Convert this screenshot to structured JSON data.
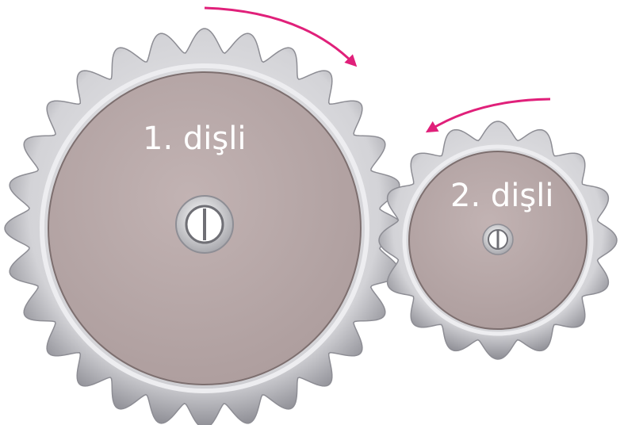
{
  "gears": [
    {
      "label": "1. dişli",
      "teeth": 28,
      "rotation": "clockwise"
    },
    {
      "label": "2. dişli",
      "teeth": 16,
      "rotation": "counterclockwise"
    }
  ],
  "colors": {
    "gear_face": "#b9a9a9",
    "gear_rim": "#d9d9dc",
    "gear_rim_dark": "#9a9aa0",
    "arrow": "#e0207a",
    "label": "#ffffff"
  }
}
